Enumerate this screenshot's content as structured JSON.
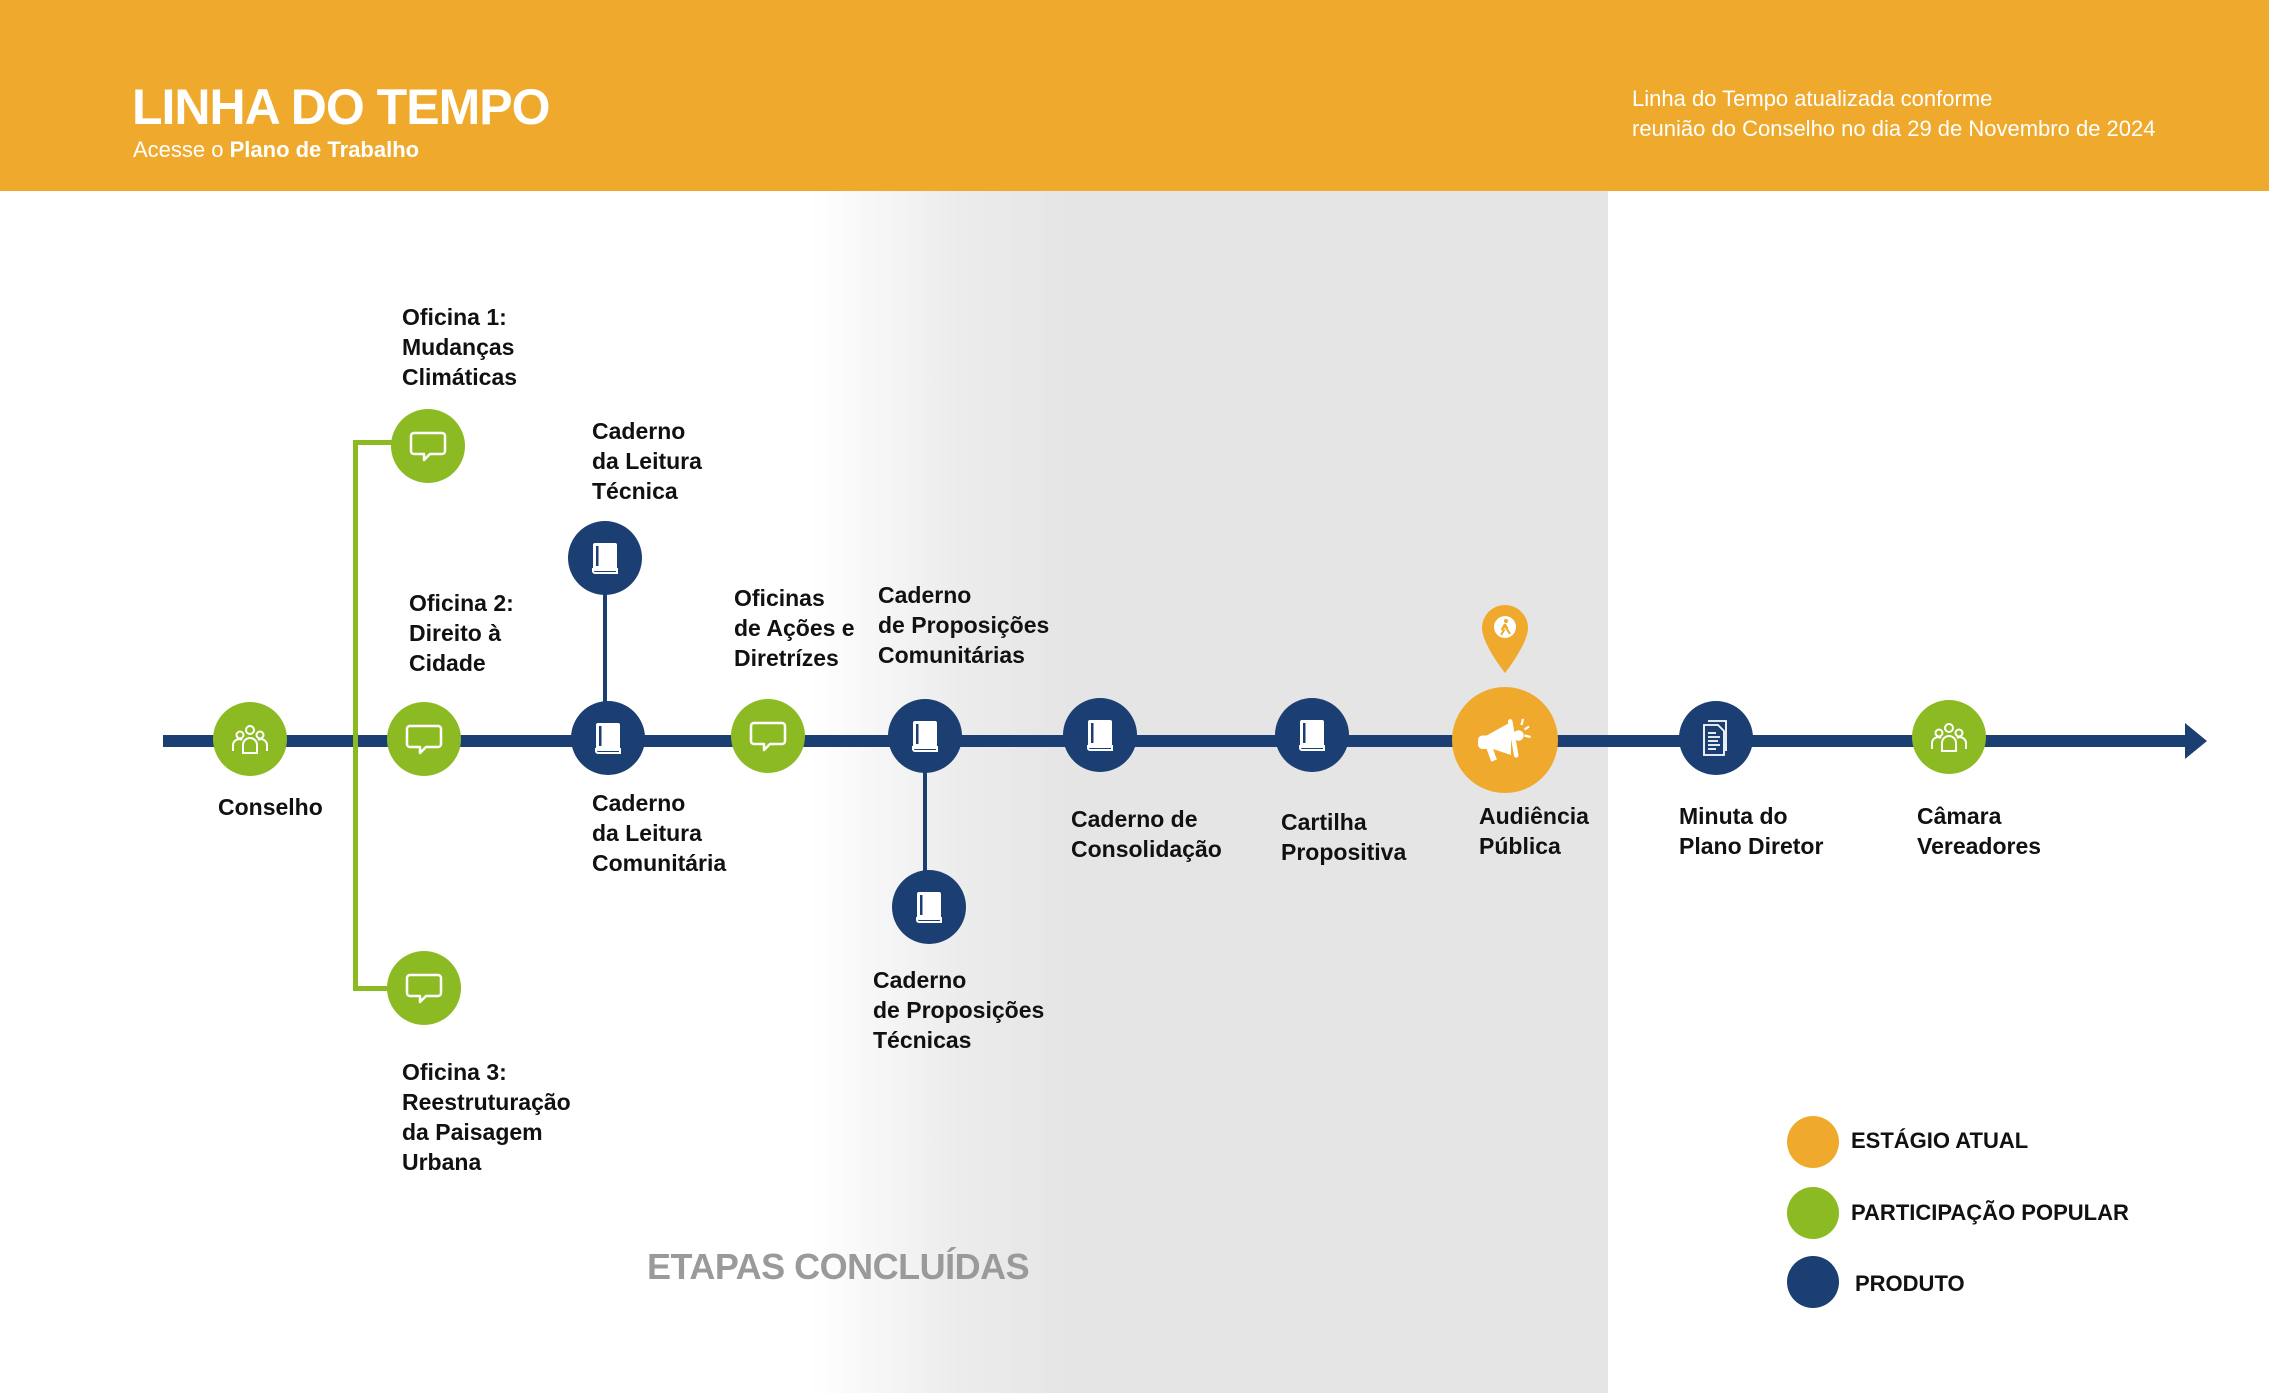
{
  "header": {
    "title": "LINHA DO TEMPO",
    "subtitle_prefix": "Acesse o ",
    "subtitle_link": "Plano de Trabalho",
    "note": "Linha do Tempo atualizada conforme\nreunião do Conselho no dia 29 de Novembro de 2024"
  },
  "colors": {
    "current": "#efaa2d",
    "participation": "#8cba23",
    "product": "#1b3f73"
  },
  "band_label": "ETAPAS CONCLUÍDAS",
  "nodes": {
    "conselho": "Conselho",
    "oficina1": "Oficina 1:\nMudanças\nClimáticas",
    "oficina2": "Oficina 2:\nDireito à\nCidade",
    "oficina3": "Oficina 3:\nReestruturação\nda Paisagem\nUrbana",
    "leitura_tecnica": "Caderno\nda Leitura\nTécnica",
    "leitura_comunitaria": "Caderno\nda Leitura\nComunitária",
    "oficinas_acoes": "Oficinas\nde Ações e\nDiretrízes",
    "proposicoes_comunitarias": "Caderno\nde Proposições\nComunitárias",
    "proposicoes_tecnicas": "Caderno\nde Proposições\nTécnicas",
    "consolidacao": "Caderno de\nConsolidação",
    "cartilha": "Cartilha\nPropositiva",
    "audiencia": "Audiência\nPública",
    "minuta": "Minuta do\nPlano Diretor",
    "camara": "Câmara\nVereadores"
  },
  "legend": [
    {
      "label": "ESTÁGIO ATUAL"
    },
    {
      "label": "PARTICIPAÇÃO POPULAR"
    },
    {
      "label": "PRODUTO"
    }
  ]
}
